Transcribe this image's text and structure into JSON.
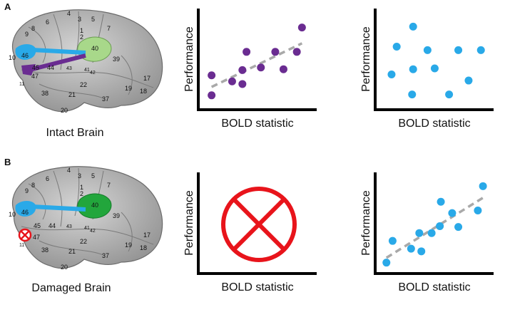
{
  "panels": {
    "a": {
      "letter": "A",
      "caption": "Intact Brain",
      "brain_region_labels": [
        "6",
        "4",
        "3",
        "1",
        "2",
        "5",
        "7",
        "8",
        "9",
        "40",
        "39",
        "10",
        "46",
        "45",
        "44",
        "43",
        "41",
        "42",
        "47",
        "11",
        "22",
        "38",
        "21",
        "37",
        "19",
        "18",
        "17",
        "20"
      ]
    },
    "b": {
      "letter": "B",
      "caption": "Damaged Brain",
      "brain_region_labels": [
        "6",
        "4",
        "3",
        "1",
        "2",
        "5",
        "7",
        "8",
        "9",
        "40",
        "39",
        "10",
        "46",
        "45",
        "44",
        "43",
        "41",
        "42",
        "47",
        "11",
        "22",
        "38",
        "21",
        "37",
        "19",
        "18",
        "17",
        "20"
      ]
    }
  },
  "colors": {
    "blue_region": "#29a9e8",
    "purple_pathway": "#6a2c91",
    "green_region_intact": "#a8d88a",
    "green_region_damaged": "#22a63c",
    "lesion_red": "#e8141b",
    "brain_gray": "#b8b8b8",
    "trend_gray": "#a9a9a9"
  },
  "chart_data": [
    {
      "type": "scatter",
      "id": "a-purple",
      "xlabel": "BOLD statistic",
      "ylabel": "Performance",
      "color": "#6a2c91",
      "trend_line": true,
      "xlim": [
        0,
        10
      ],
      "ylim": [
        0,
        10
      ],
      "x": [
        0.6,
        0.6,
        2.6,
        3.6,
        3.6,
        4.0,
        5.4,
        6.8,
        7.6,
        8.9,
        9.4
      ],
      "y": [
        1.0,
        3.3,
        2.6,
        2.3,
        3.9,
        6.0,
        4.2,
        6.0,
        4.0,
        6.0,
        8.8
      ]
    },
    {
      "type": "scatter",
      "id": "a-blue",
      "xlabel": "BOLD statistic",
      "ylabel": "Performance",
      "color": "#29a9e8",
      "trend_line": false,
      "xlim": [
        0,
        10
      ],
      "ylim": [
        0,
        10
      ],
      "x": [
        0.9,
        1.4,
        2.9,
        3.0,
        3.0,
        4.4,
        5.1,
        6.5,
        7.4,
        8.4,
        9.6
      ],
      "y": [
        3.4,
        6.6,
        1.1,
        4.0,
        8.9,
        6.2,
        4.1,
        1.1,
        6.2,
        2.7,
        6.2
      ]
    },
    {
      "type": "scatter",
      "id": "b-red",
      "xlabel": "BOLD statistic",
      "ylabel": "Performance",
      "color": "#e8141b",
      "trend_line": false,
      "xlim": [
        0,
        10
      ],
      "ylim": [
        0,
        10
      ],
      "x": [],
      "y": [],
      "lesion_symbol": true
    },
    {
      "type": "scatter",
      "id": "b-blue",
      "xlabel": "BOLD statistic",
      "ylabel": "Performance",
      "color": "#29a9e8",
      "trend_line": true,
      "xlim": [
        0,
        10
      ],
      "ylim": [
        0,
        10
      ],
      "x": [
        0.4,
        1.0,
        2.8,
        3.6,
        3.8,
        4.8,
        5.6,
        5.7,
        6.8,
        7.4,
        9.3,
        9.8
      ],
      "y": [
        0.6,
        3.1,
        2.2,
        4.0,
        1.9,
        4.0,
        4.8,
        7.6,
        6.3,
        4.7,
        6.6,
        9.4
      ]
    }
  ]
}
